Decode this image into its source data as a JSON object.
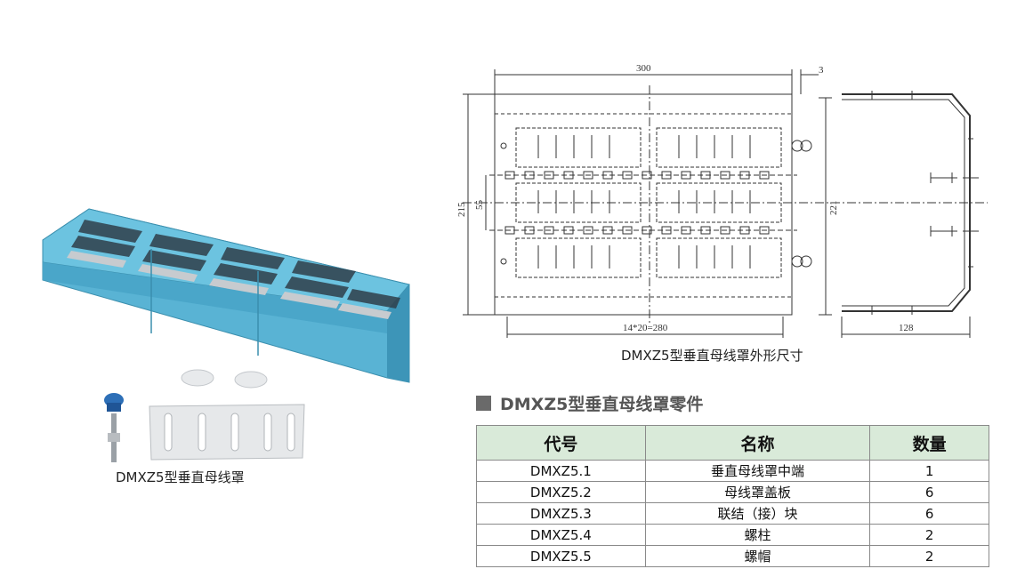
{
  "photo": {
    "caption": "DMXZ5型垂直母线罩"
  },
  "drawing": {
    "caption": "DMXZ5型垂直母线罩外形尺寸",
    "dims": {
      "width": "300",
      "offset": "3",
      "height": "215",
      "inner": "55",
      "pitch": "14*20=280",
      "depth": "221",
      "side": "128"
    }
  },
  "parts": {
    "title": "DMXZ5型垂直母线罩零件",
    "headers": [
      "代号",
      "名称",
      "数量"
    ],
    "rows": [
      {
        "code": "DMXZ5.1",
        "name": "垂直母线罩中端",
        "qty": "1"
      },
      {
        "code": "DMXZ5.2",
        "name": "母线罩盖板",
        "qty": "6"
      },
      {
        "code": "DMXZ5.3",
        "name": "联结（接）块",
        "qty": "6"
      },
      {
        "code": "DMXZ5.4",
        "name": "螺柱",
        "qty": "2"
      },
      {
        "code": "DMXZ5.5",
        "name": "螺帽",
        "qty": "2"
      }
    ]
  }
}
